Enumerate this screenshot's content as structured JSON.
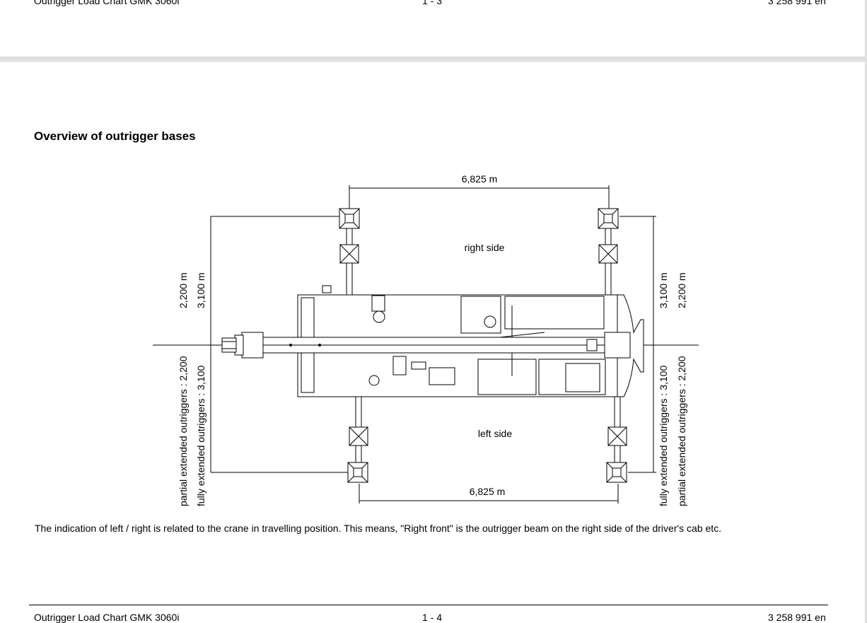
{
  "prev_page": {
    "header_left": "Outrigger Load Chart GMK 3060i",
    "header_center": "1 - 3",
    "header_right": "3 258 991 en"
  },
  "page": {
    "title": "Overview of outrigger bases",
    "note": "The indication of left / right is related to the crane in travelling position. This means, \"Right front\" is the outrigger beam on the right side of the driver's cab etc.",
    "footer_left": "Outrigger Load Chart GMK 3060i",
    "footer_center": "1 - 4",
    "footer_right": "3 258 991 en"
  },
  "diagram": {
    "top_width": "6,825 m",
    "bottom_width": "6,825 m",
    "right_side_label": "right side",
    "left_side_label": "left side",
    "left_dim_partial": "2,200  m",
    "left_dim_full": "3,100  m",
    "right_dim_full": "3,100  m",
    "right_dim_partial": "2,200  m",
    "partial_label": "partial extended outriggers : 2,200",
    "full_label": "fully extended outriggers : 3,100"
  }
}
